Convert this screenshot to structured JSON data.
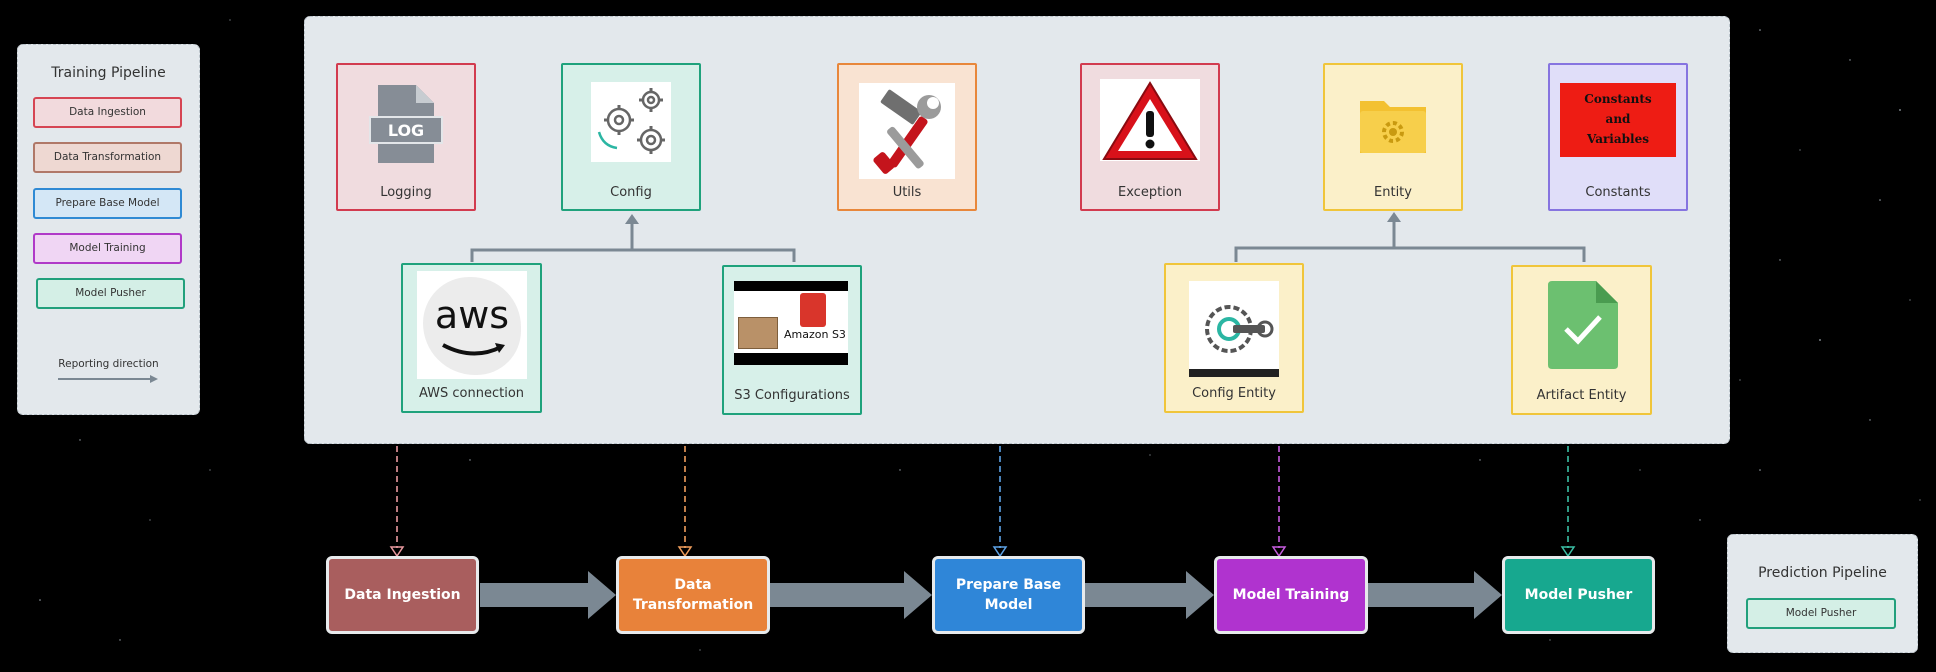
{
  "training_legend": {
    "title": "Training Pipeline",
    "items": [
      "Data Ingestion",
      "Data Transformation",
      "Prepare Base Model",
      "Model Training",
      "Model Pusher"
    ],
    "reporting_label": "Reporting direction"
  },
  "components": {
    "logging": {
      "label": "Logging",
      "icon_text": "LOG",
      "icon": "log-file-icon"
    },
    "config": {
      "label": "Config",
      "icon": "gears-icon"
    },
    "utils": {
      "label": "Utils",
      "icon": "hammer-wrench-icon"
    },
    "exception": {
      "label": "Exception",
      "icon": "warning-icon"
    },
    "entity": {
      "label": "Entity",
      "icon": "gear-folder-icon"
    },
    "constants": {
      "label": "Constants",
      "badge_line1": "Constants",
      "badge_line2": "and",
      "badge_line3": "Variables"
    },
    "aws_connection": {
      "label": "AWS connection",
      "logo_text": "aws"
    },
    "s3_configurations": {
      "label": "S3 Configurations",
      "image_text": "Amazon S3"
    },
    "config_entity": {
      "label": "Config Entity",
      "icon": "gear-wrench-icon"
    },
    "artifact_entity": {
      "label": "Artifact Entity",
      "icon": "check-document-icon"
    }
  },
  "stages": {
    "data_ingestion": "Data Ingestion",
    "data_transformation": "Data Transformation",
    "prepare_base_model": "Prepare Base Model",
    "model_training": "Model Training",
    "model_pusher": "Model Pusher"
  },
  "prediction_legend": {
    "title": "Prediction Pipeline",
    "items": [
      "Model Pusher"
    ]
  },
  "colors": {
    "data_ingestion": "#a95e5e",
    "data_transformation": "#e8823a",
    "prepare_base_model": "#2f86d8",
    "model_training": "#b033cf",
    "model_pusher": "#17a88f",
    "arrow": "#7b8893"
  }
}
